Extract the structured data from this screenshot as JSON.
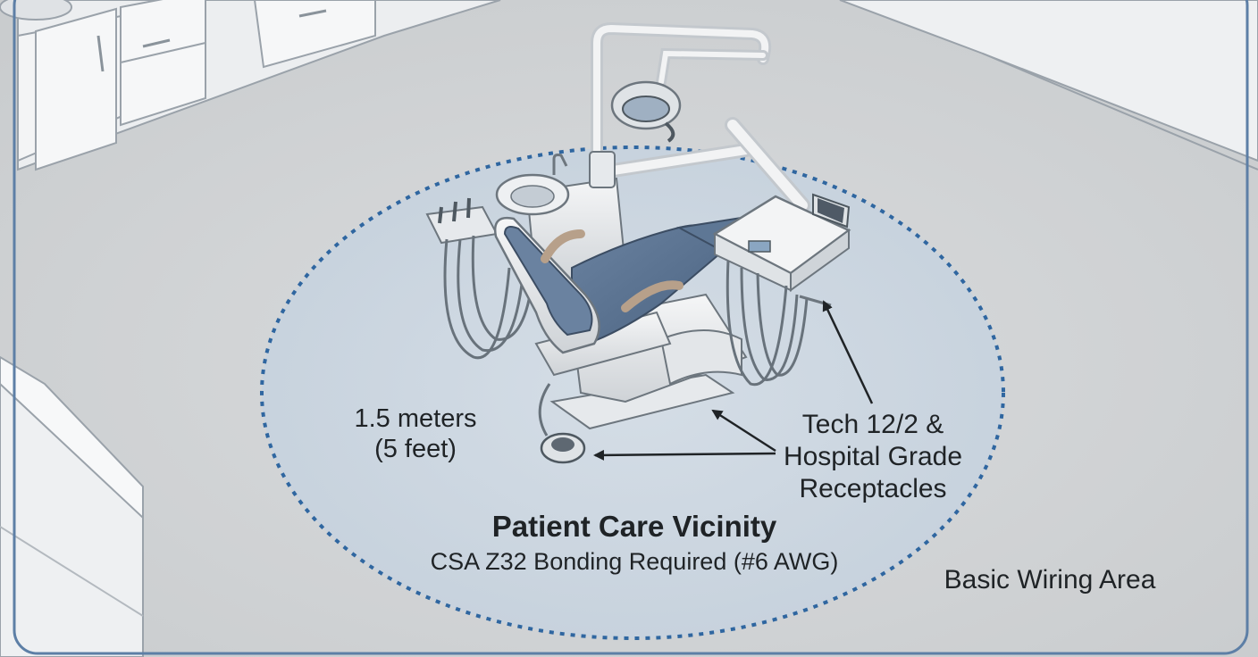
{
  "labels": {
    "distance_line1": "1.5 meters",
    "distance_line2": "(5 feet)",
    "tech_line1": "Tech 12/2 &",
    "tech_line2": "Hospital Grade",
    "tech_line3": "Receptacles",
    "zone_title": "Patient Care Vicinity",
    "zone_subtitle": "CSA Z32 Bonding Required (#6 AWG)",
    "outside_area": "Basic Wiring Area"
  },
  "colors": {
    "zone_fill": "#c9d6e3",
    "zone_border": "#2f66a0",
    "upholstery": "#566f8c",
    "floor": "#dadcde",
    "wall": "#eef0f2",
    "frame_border": "#5d7fa6"
  },
  "icons": {
    "chair": "dental-chair-icon",
    "light": "operatory-light-icon",
    "delivery_unit": "delivery-unit-icon",
    "foot_control": "foot-control-icon"
  }
}
